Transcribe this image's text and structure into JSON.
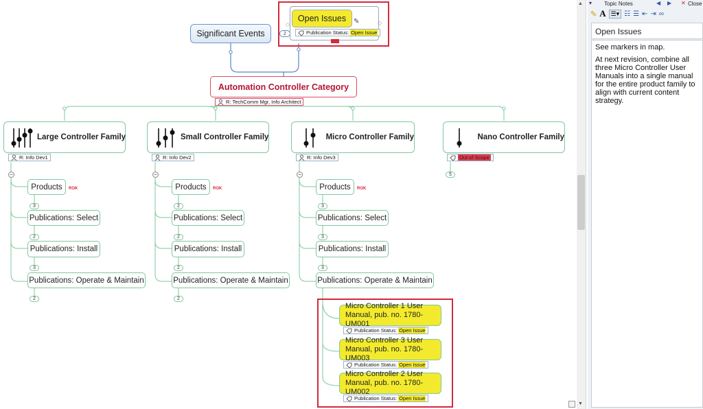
{
  "map": {
    "central": "Automation Controller Category",
    "central_tag": "R: TechComm Mgr, Info Architect",
    "significant_events": "Significant Events",
    "significant_events_count": "2",
    "open_issues": "Open Issues",
    "open_issues_status_label": "Publication Status:",
    "open_issues_status_value": "Open Issue",
    "families": [
      {
        "name": "Large Controller Family",
        "role": "R: Info Dev1"
      },
      {
        "name": "Small Controller Family",
        "role": "R: Info Dev2"
      },
      {
        "name": "Micro Controller Family",
        "role": "R: Info Dev3"
      },
      {
        "name": "Nano Controller Family",
        "tag": "Out of Scope",
        "count": "5"
      }
    ],
    "subtopics": {
      "products": "Products",
      "select": "Publications: Select",
      "install": "Publications: Install",
      "operate": "Publications: Operate & Maintain"
    },
    "counts": {
      "large": [
        "3",
        "2",
        "3",
        "2"
      ],
      "small": [
        "2",
        "2",
        "2",
        "2"
      ],
      "micro": [
        "3",
        "3",
        "3"
      ]
    },
    "rok_label": "ROK",
    "manuals": [
      {
        "line1": "Micro Controller 1 User",
        "line2": "Manual, pub. no. 1780-UM001"
      },
      {
        "line1": "Micro Controller 3 User",
        "line2": "Manual, pub. no. 1780-UM003"
      },
      {
        "line1": "Micro Controller 2 User",
        "line2": "Manual, pub. no. 1780-UM002"
      }
    ],
    "status_label": "Publication Status:",
    "status_value": "Open Issue"
  },
  "panel": {
    "title": "Topic Notes",
    "close": "Close",
    "notes_title": "Open Issues",
    "para1": "See markers in map.",
    "para2": "At next revision, combine all three Micro Controller User Manuals into a single manual for the entire product family to align with current content strategy."
  },
  "colors": {
    "accent_red": "#d12a3c",
    "highlight": "#f3ea2e",
    "branch_green": "#7fc79d",
    "blue_link": "#5b84c4"
  }
}
